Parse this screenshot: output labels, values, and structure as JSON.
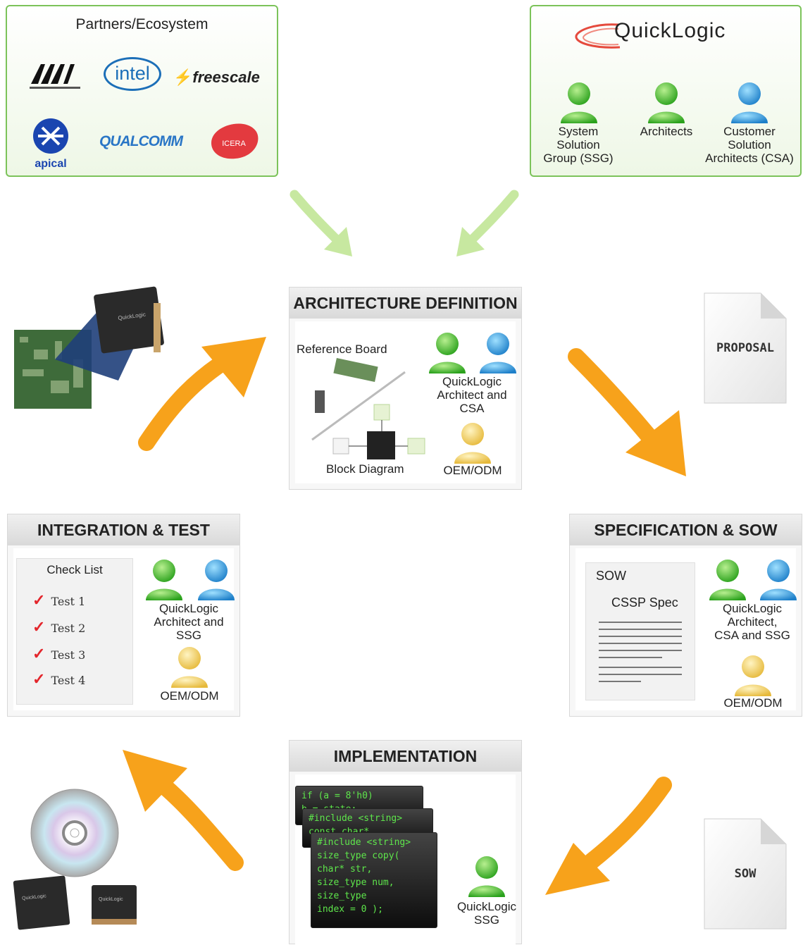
{
  "partners": {
    "title": "Partners/Ecosystem",
    "logos": [
      "MARVELL",
      "intel",
      "freescale",
      "apical",
      "QUALCOMM",
      "ICERA"
    ]
  },
  "quicklogic": {
    "logo_text": "QuickLogic",
    "roles": [
      "System\nSolution\nGroup (SSG)",
      "Architects",
      "Customer\nSolution\nArchitects (CSA)"
    ]
  },
  "architecture": {
    "title": "ARCHITECTURE DEFINITION",
    "reference_board": "Reference Board",
    "block_diagram": "Block Diagram",
    "people": "QuickLogic\nArchitect and\nCSA",
    "oem": "OEM/ODM"
  },
  "proposal_doc": "PROPOSAL",
  "integration": {
    "title": "INTEGRATION & TEST",
    "checklist_title": "Check List",
    "tests": [
      "Test 1",
      "Test 2",
      "Test 3",
      "Test 4"
    ],
    "people": "QuickLogic\nArchitect and\nSSG",
    "oem": "OEM/ODM"
  },
  "specification": {
    "title": "SPECIFICATION & SOW",
    "sow": "SOW",
    "cssp": "CSSP Spec",
    "people": "QuickLogic\nArchitect,\nCSA and SSG",
    "oem": "OEM/ODM"
  },
  "implementation": {
    "title": "IMPLEMENTATION",
    "code": [
      "if (a = 8'h0)\nb = state;",
      "#include <string>\nconst char*",
      "#include <string>\nsize_type copy(\nchar* str,\nsize_type num,\nsize_type\nindex = 0 );"
    ],
    "people": "QuickLogic\nSSG"
  },
  "sow_doc": "SOW",
  "chip_label": "QuickLogic",
  "colors": {
    "green_person": "#3db52a",
    "blue_person": "#2a8fd6",
    "yellow_person": "#f2c94c",
    "orange_arrow": "#f7a21b",
    "green_arrow": "#c7e8a0",
    "box_border": "#7cc35a"
  }
}
